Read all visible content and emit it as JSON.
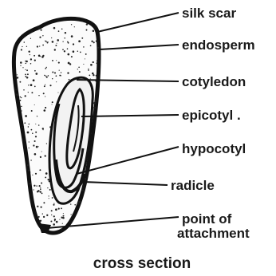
{
  "diagram": {
    "labels": {
      "silk_scar": "silk scar",
      "endosperm": "endosperm",
      "cotyledon": "cotyledon",
      "epicotyl": "epicotyl .",
      "hypocotyl": "hypocotyl",
      "radicle": "radicle",
      "point_line1": "point of",
      "point_line2": "attachment"
    },
    "caption": "cross section"
  }
}
